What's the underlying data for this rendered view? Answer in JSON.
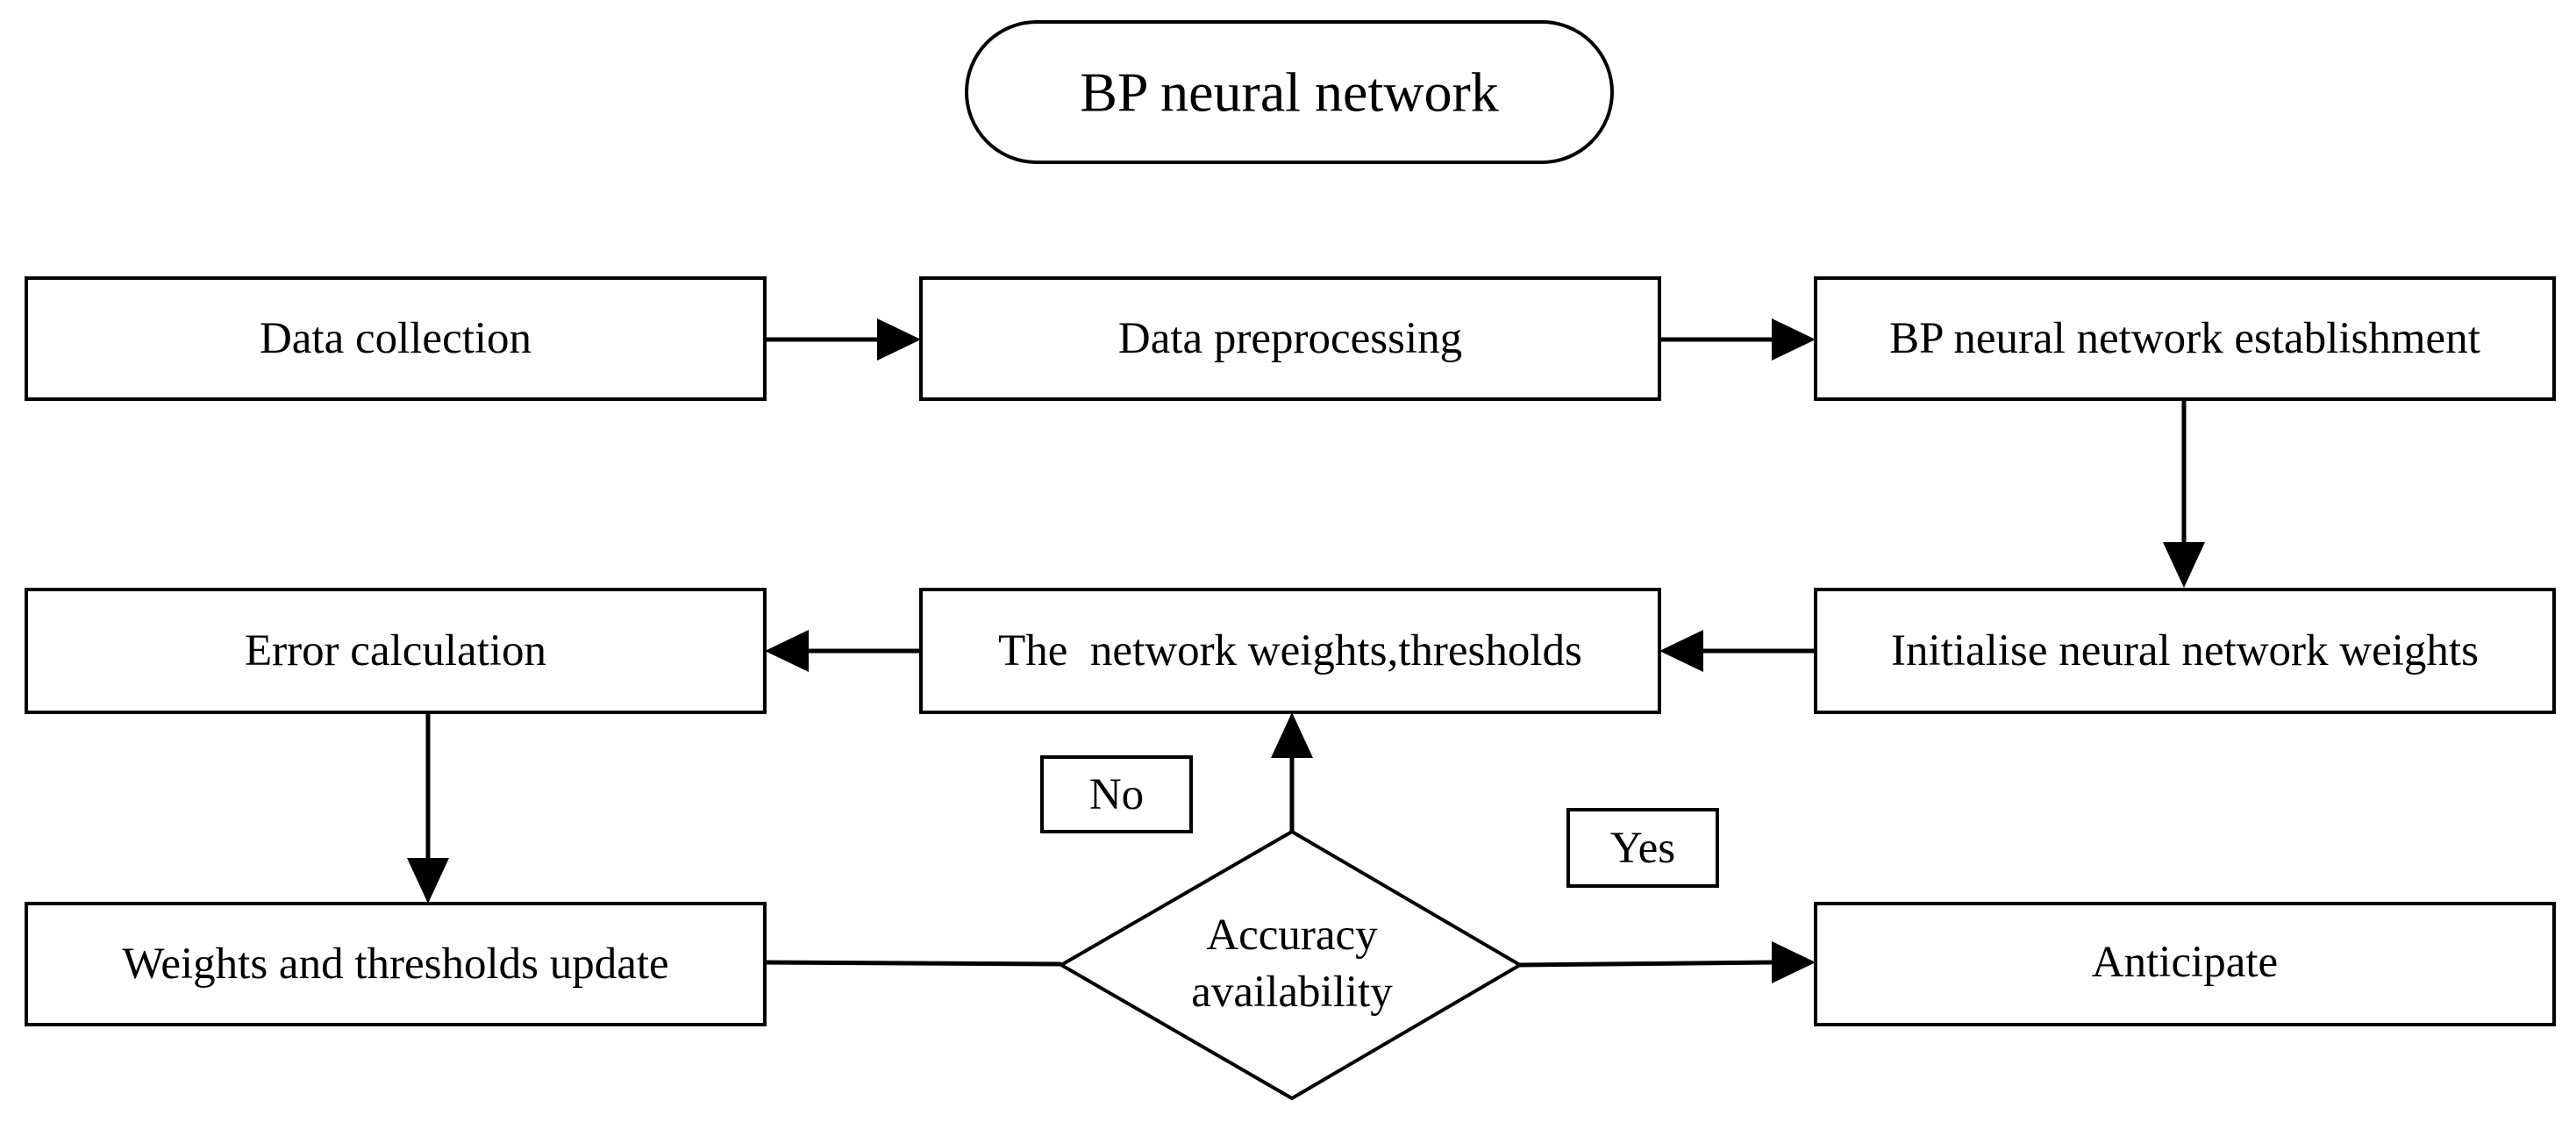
{
  "diagram": {
    "title": "BP neural network",
    "nodes": {
      "data_collection": "Data collection",
      "data_preprocessing": "Data preprocessing",
      "bp_establishment": "BP neural network establishment",
      "initialise_weights": "Initialise neural network weights",
      "network_weights": "The  network weights,thresholds",
      "error_calculation": "Error calculation",
      "weights_update": "Weights and thresholds update",
      "accuracy_line1": "Accuracy",
      "accuracy_line2": "availability",
      "anticipate": "Anticipate"
    },
    "edge_labels": {
      "no": "No",
      "yes": "Yes"
    },
    "edges": [
      {
        "from": "Data collection",
        "to": "Data preprocessing"
      },
      {
        "from": "Data preprocessing",
        "to": "BP neural network establishment"
      },
      {
        "from": "BP neural network establishment",
        "to": "Initialise neural network weights"
      },
      {
        "from": "Initialise neural network weights",
        "to": "The  network weights,thresholds"
      },
      {
        "from": "The  network weights,thresholds",
        "to": "Error calculation"
      },
      {
        "from": "Error calculation",
        "to": "Weights and thresholds update"
      },
      {
        "from": "Weights and thresholds update",
        "to": "Accuracy availability"
      },
      {
        "from": "Accuracy availability",
        "to": "The  network weights,thresholds",
        "label": "No"
      },
      {
        "from": "Accuracy availability",
        "to": "Anticipate",
        "label": "Yes"
      }
    ]
  },
  "colors": {
    "stroke": "#000000",
    "background": "#ffffff"
  }
}
